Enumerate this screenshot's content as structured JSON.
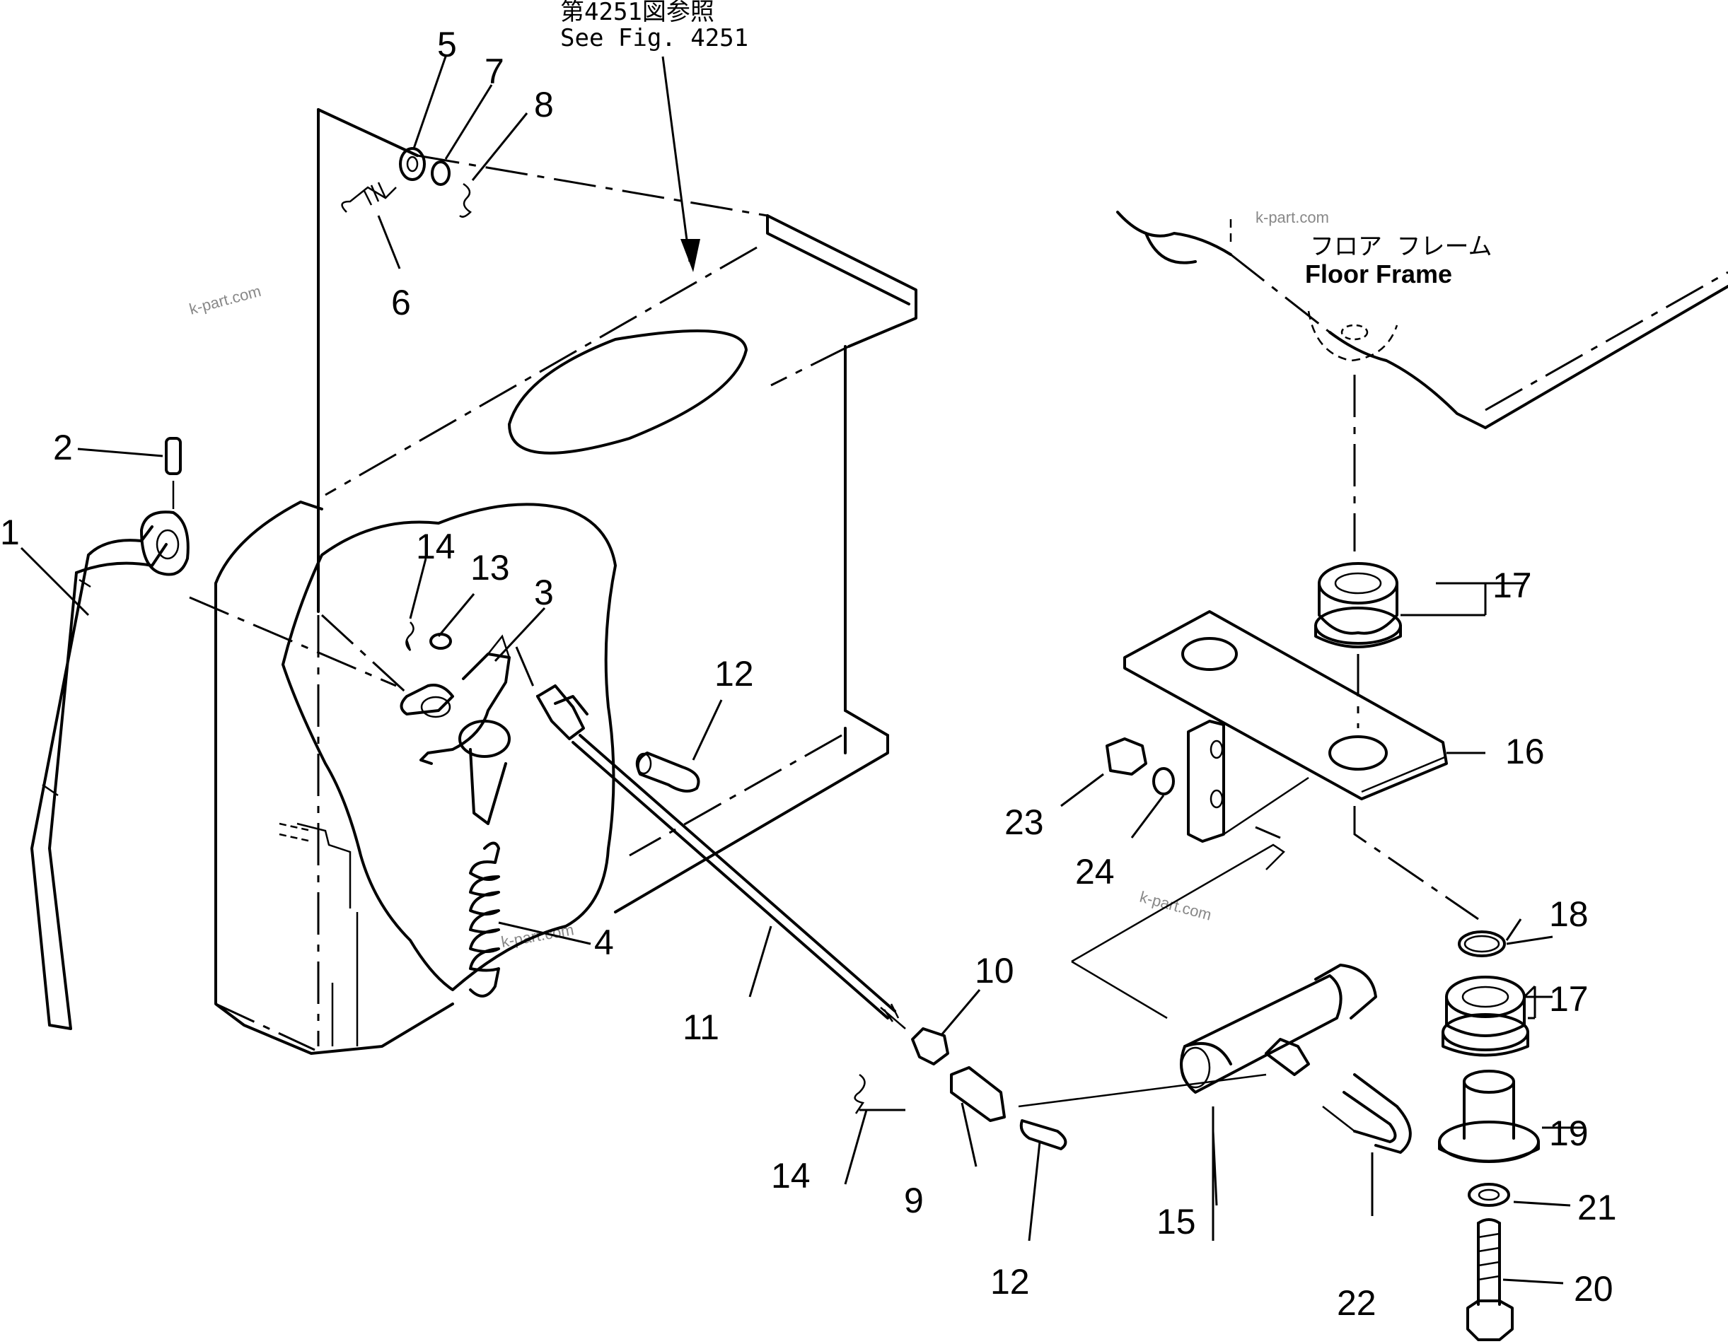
{
  "reference": {
    "japanese": "第4251図参照",
    "english": "See Fig. 4251"
  },
  "floor_frame": {
    "japanese": "フロア フレーム",
    "english": "Floor Frame"
  },
  "watermarks": [
    "k-part.com",
    "k-part.com",
    "k-part.com",
    "k-part.com"
  ],
  "callouts": [
    "1",
    "2",
    "3",
    "4",
    "5",
    "6",
    "7",
    "8",
    "9",
    "10",
    "11",
    "12",
    "12",
    "13",
    "14",
    "14",
    "15",
    "16",
    "17",
    "17",
    "18",
    "19",
    "20",
    "21",
    "22",
    "23",
    "24"
  ]
}
